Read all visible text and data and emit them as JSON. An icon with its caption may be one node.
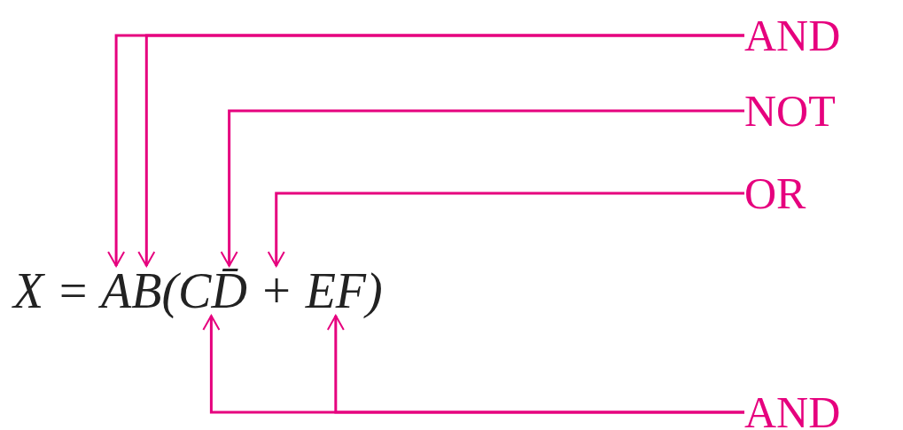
{
  "diagram": {
    "nodes": [
      {
        "text": [
          "AND"
        ]
      },
      {
        "text": [
          "NOT"
        ]
      },
      {
        "text": [
          "OR"
        ]
      },
      {
        "text": [
          "AND"
        ]
      },
      {
        "text": [
          "X = AB(CD̄ + EF)"
        ]
      }
    ],
    "edges": [
      {
        "from": 0,
        "to": 4,
        "arrow": "to"
      },
      {
        "from": 0,
        "to": 4,
        "arrow": "to"
      },
      {
        "from": 1,
        "to": 4,
        "arrow": "to"
      },
      {
        "from": 2,
        "to": 4,
        "arrow": "to"
      },
      {
        "from": 3,
        "to": 4,
        "arrow": "to"
      },
      {
        "from": 3,
        "to": 4,
        "arrow": "to"
      }
    ]
  }
}
